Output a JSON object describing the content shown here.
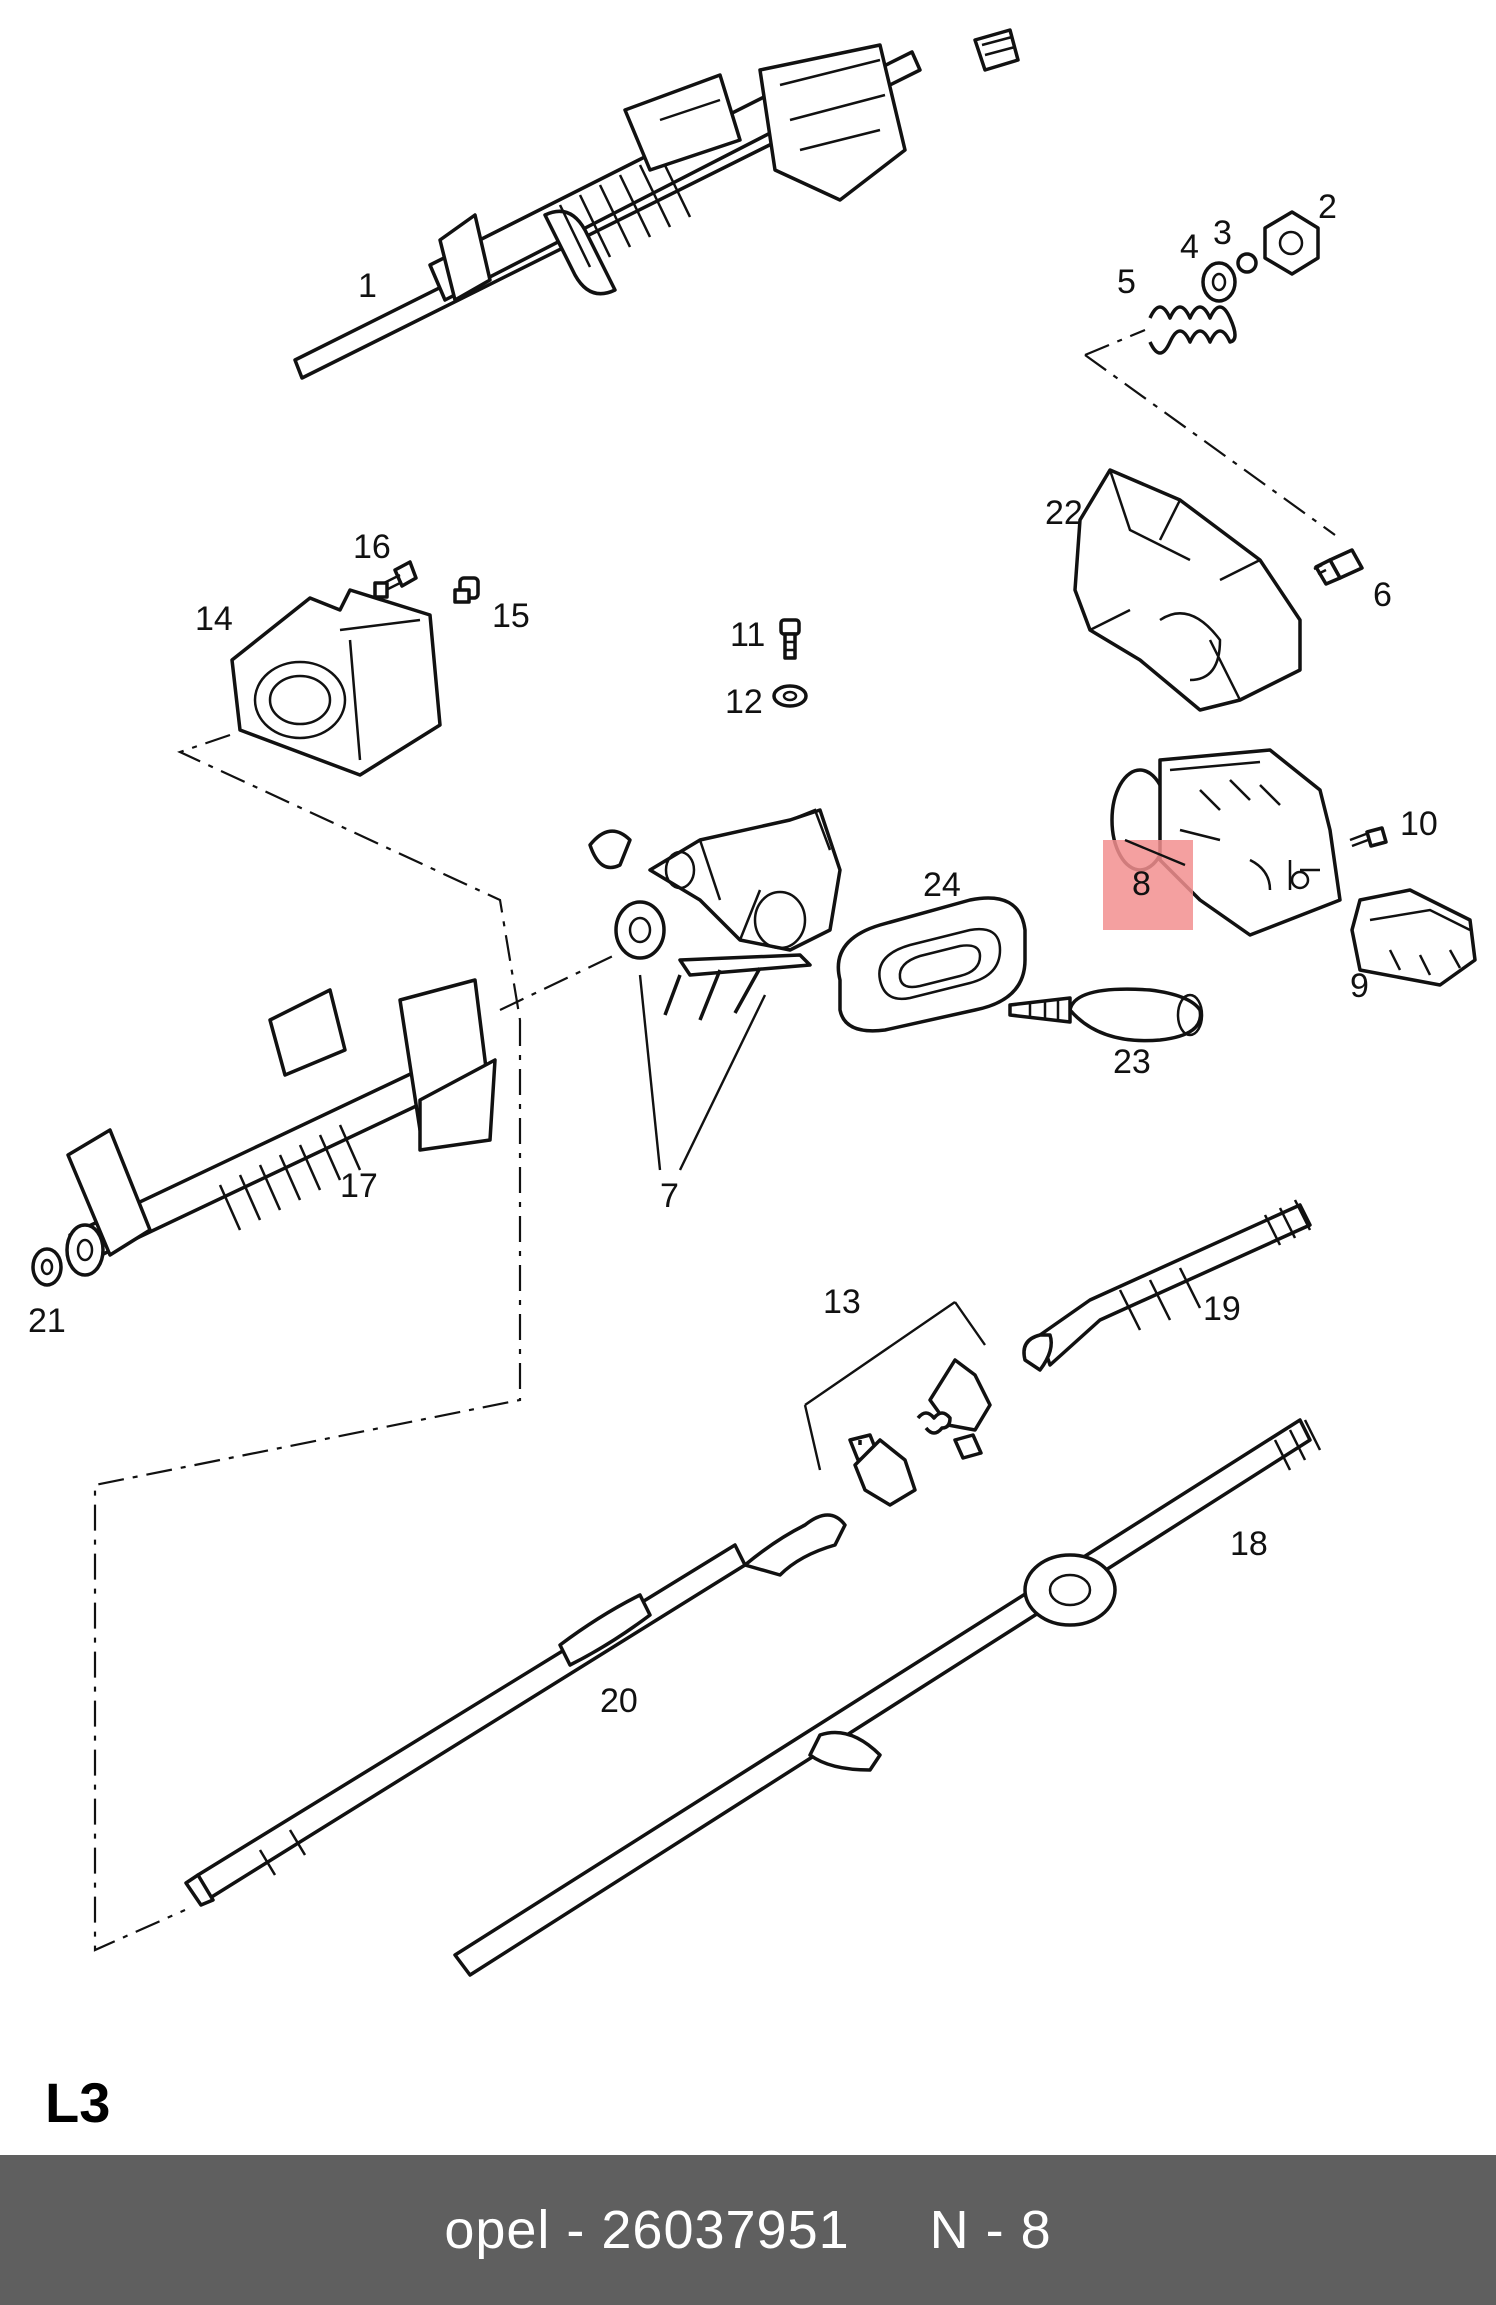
{
  "diagram": {
    "page_label": "L3",
    "highlight_color": "#f28f8f",
    "highlighted_part": "8",
    "callouts": [
      "1",
      "2",
      "3",
      "4",
      "5",
      "6",
      "7",
      "8",
      "9",
      "10",
      "11",
      "12",
      "13",
      "14",
      "15",
      "16",
      "17",
      "18",
      "19",
      "20",
      "21",
      "22",
      "23",
      "24"
    ]
  },
  "footer": {
    "background": "#5f5f5f",
    "brand_part": "opel - 26037951",
    "position": "N - 8"
  }
}
